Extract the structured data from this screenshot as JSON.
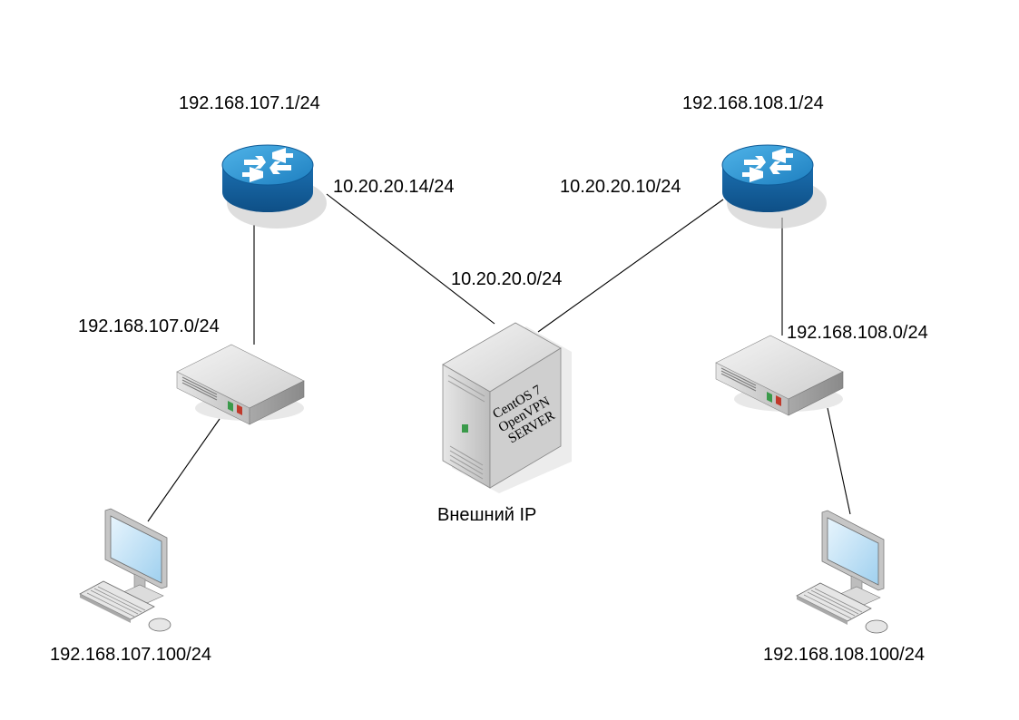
{
  "labels": {
    "router_left_lan_ip": "192.168.107.1/24",
    "router_right_lan_ip": "192.168.108.1/24",
    "router_left_wan_ip": "10.20.20.14/24",
    "router_right_wan_ip": "10.20.20.10/24",
    "wan_network": "10.20.20.0/24",
    "left_lan_network": "192.168.107.0/24",
    "right_lan_network": "192.168.108.0/24",
    "server_caption": "Внешний IP",
    "left_pc_ip": "192.168.107.100/24",
    "right_pc_ip": "192.168.108.100/24"
  },
  "server_label_lines": [
    "CentOS 7",
    "OpenVPN",
    "SERVER"
  ],
  "icons": {
    "router": "router-icon",
    "switch": "switch-icon",
    "server": "server-icon",
    "workstation": "workstation-icon"
  },
  "colors": {
    "router_blue": "#1a73b8",
    "screen_blue": "#cfe8f7",
    "led_green": "#3a9a4a",
    "led_red": "#c0392b"
  }
}
